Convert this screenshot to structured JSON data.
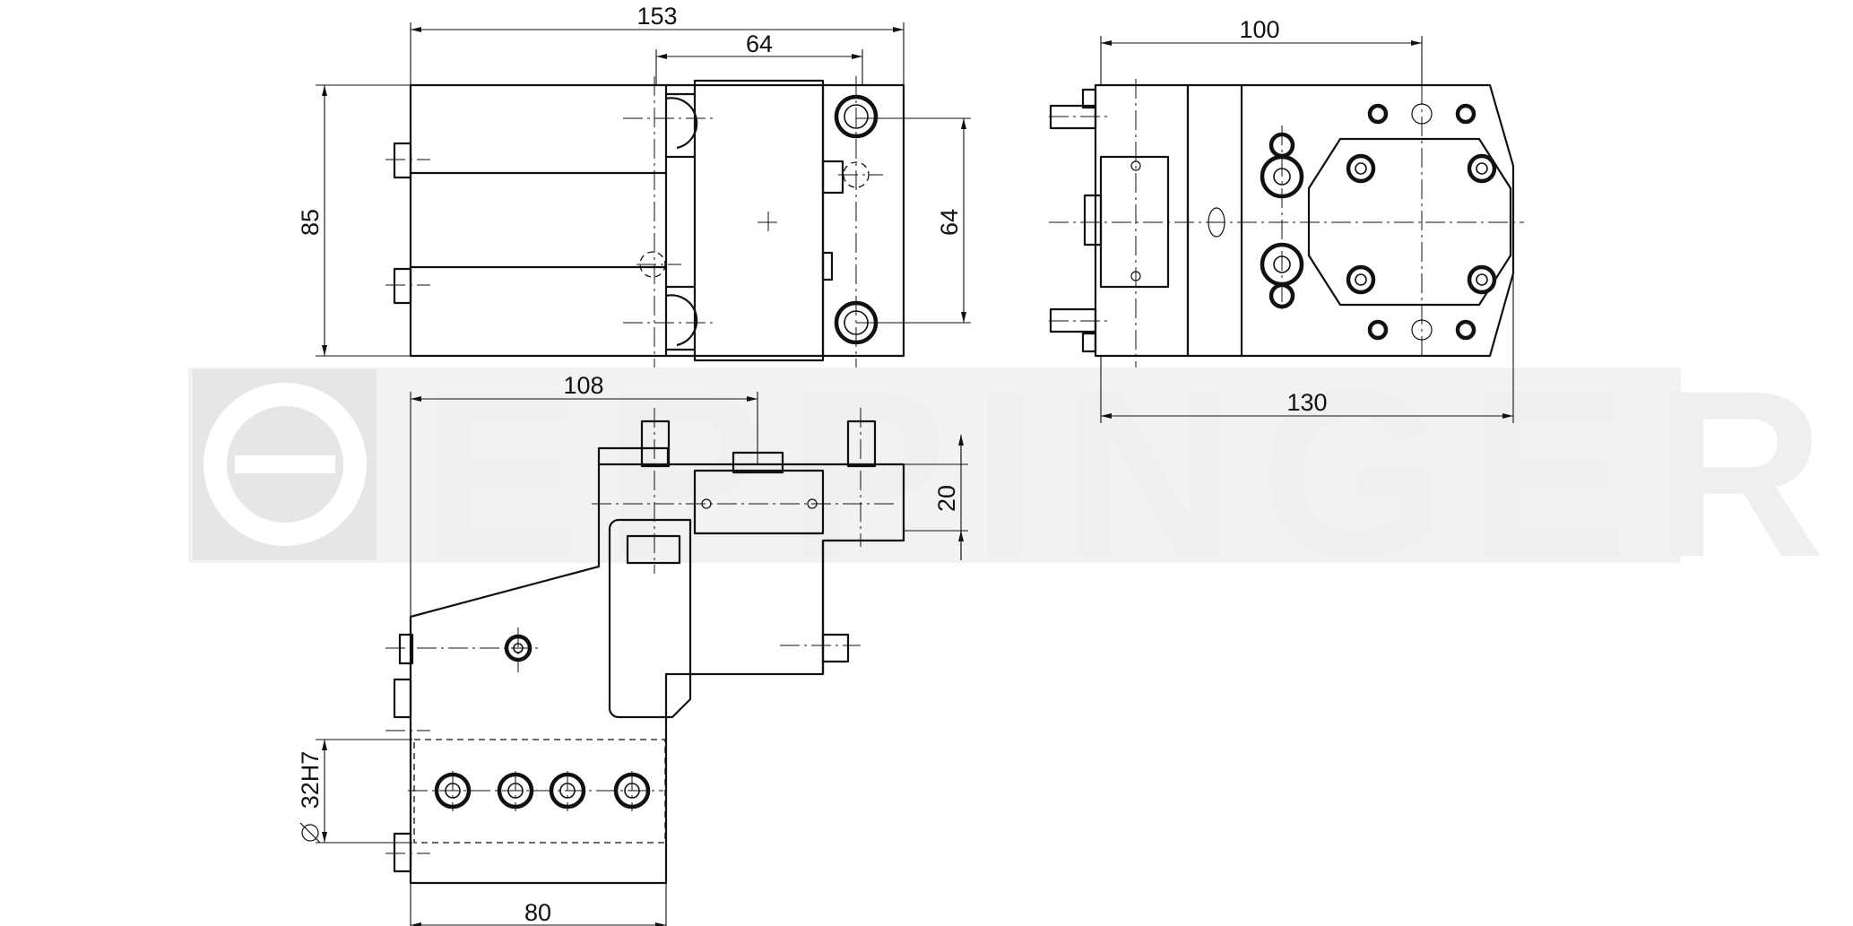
{
  "watermark": {
    "text": "EPPINGER",
    "color": "#efefef"
  },
  "dimensions": {
    "top_width": "153",
    "top_inner": "64",
    "top_height": "85",
    "top_bolt_spacing": "64",
    "side_width": "100",
    "side_length": "130",
    "front_width": "108",
    "front_height": "20",
    "bore": "32H7",
    "base_width": "80"
  },
  "colors": {
    "line": "#111111",
    "background": "#ffffff"
  }
}
